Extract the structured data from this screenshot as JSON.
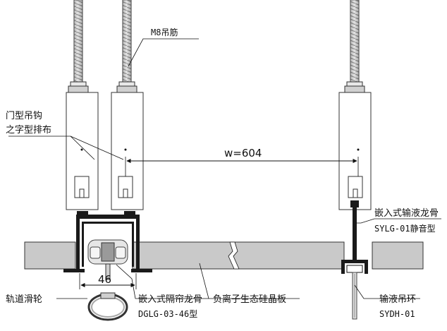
{
  "labels": {
    "rod": "M8吊筋",
    "hanger_line1": "门型吊钩",
    "hanger_line2": "之字型排布",
    "spacing": "w=604",
    "infusion_keel_line1": "嵌入式输液龙骨",
    "infusion_keel_line2": "SYLG-01静音型",
    "track_pulley": "轨道滑轮",
    "width_dim": "46",
    "curtain_keel_line1": "嵌入式隔帘龙骨",
    "curtain_keel_line2": "DGLG-03-46型",
    "panel": "负离子生态硅晶板",
    "infusion_ring_line1": "输液吊环",
    "infusion_ring_line2": "SYDH-01"
  },
  "colors": {
    "panel_fill": "#c9c9c9",
    "line": "#111111",
    "profile": "#1a1a1a",
    "rod_light": "#d8d8d8",
    "rod_dark": "#6a6a6a"
  }
}
